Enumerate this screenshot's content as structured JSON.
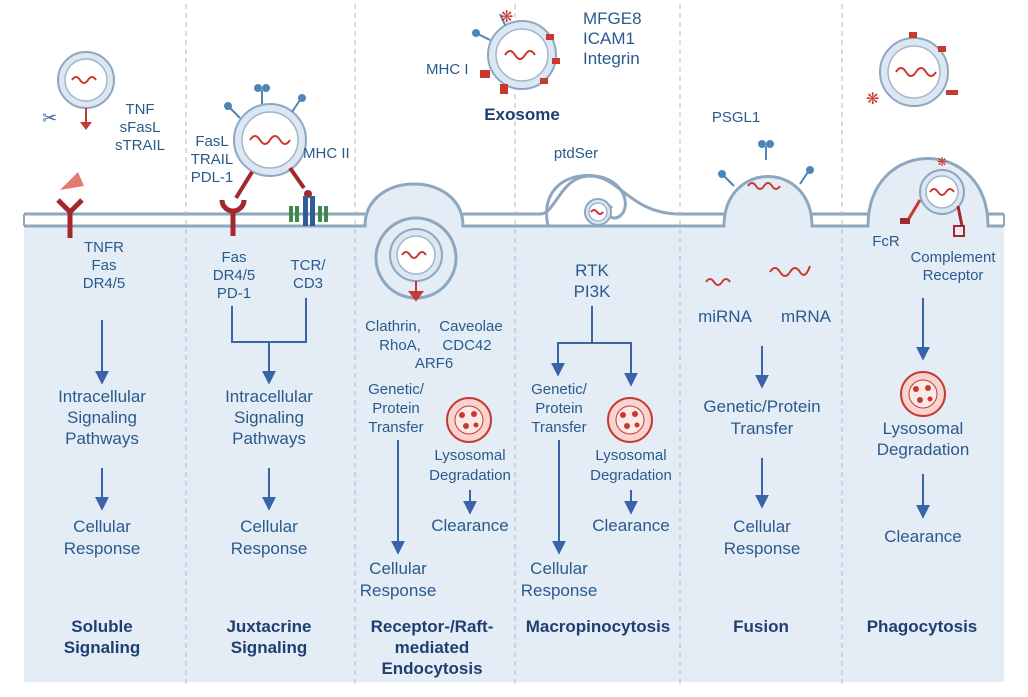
{
  "exosome": {
    "title": "Exosome",
    "mhc1": "MHC I",
    "right_labels": [
      "MFGE8",
      "ICAM1",
      "Integrin"
    ]
  },
  "columns": [
    {
      "id": "soluble",
      "top_labels": [
        "TNF",
        "sFasL",
        "sTRAIL"
      ],
      "receptor_labels": [
        "TNFR",
        "Fas",
        "DR4/5"
      ],
      "step1": [
        "Intracellular",
        "Signaling",
        "Pathways"
      ],
      "step2": [
        "Cellular",
        "Response"
      ],
      "title": [
        "Soluble",
        "Signaling"
      ]
    },
    {
      "id": "juxtacrine",
      "ligand_labels": [
        "FasL",
        "TRAIL",
        "PDL-1"
      ],
      "mhc2": "MHC II",
      "receptor_left": [
        "Fas",
        "DR4/5",
        "PD-1"
      ],
      "receptor_right": [
        "TCR/",
        "CD3"
      ],
      "step1": [
        "Intracellular",
        "Signaling",
        "Pathways"
      ],
      "step2": [
        "Cellular",
        "Response"
      ],
      "title": [
        "Juxtacrine",
        "Signaling"
      ]
    },
    {
      "id": "endocytosis",
      "proteins_left": [
        "Clathrin,",
        "RhoA,"
      ],
      "proteins_right": [
        "Caveolae",
        "CDC42"
      ],
      "protein_bottom": "ARF6",
      "transfer": [
        "Genetic/",
        "Protein",
        "Transfer"
      ],
      "degradation": [
        "Lysosomal",
        "Degradation"
      ],
      "clearance": "Clearance",
      "response": [
        "Cellular",
        "Response"
      ],
      "title": [
        "Receptor-/Raft-",
        "mediated",
        "Endocytosis"
      ]
    },
    {
      "id": "macropinocytosis",
      "ptdser": "ptdSer",
      "signal": [
        "RTK",
        "PI3K"
      ],
      "transfer": [
        "Genetic/",
        "Protein",
        "Transfer"
      ],
      "degradation": [
        "Lysosomal",
        "Degradation"
      ],
      "clearance": "Clearance",
      "response": [
        "Cellular",
        "Response"
      ],
      "title": [
        "Macropinocytosis"
      ]
    },
    {
      "id": "fusion",
      "psgl1": "PSGL1",
      "rna_labels": [
        "miRNA",
        "mRNA"
      ],
      "transfer": [
        "Genetic/Protein",
        "Transfer"
      ],
      "response": [
        "Cellular",
        "Response"
      ],
      "title": [
        "Fusion"
      ]
    },
    {
      "id": "phagocytosis",
      "fcr": "FcR",
      "complement": [
        "Complement",
        "Receptor"
      ],
      "degradation": [
        "Lysosomal",
        "Degradation"
      ],
      "clearance": "Clearance",
      "title": [
        "Phagocytosis"
      ]
    }
  ],
  "colors": {
    "cytoplasm": "#e4edf6",
    "membrane": "#8ea7bf",
    "text": "#2a5a8c",
    "title": "#1f3f72",
    "arrow": "#3a64a8",
    "rna": "#c8392f",
    "receptor": "#a3272c"
  }
}
